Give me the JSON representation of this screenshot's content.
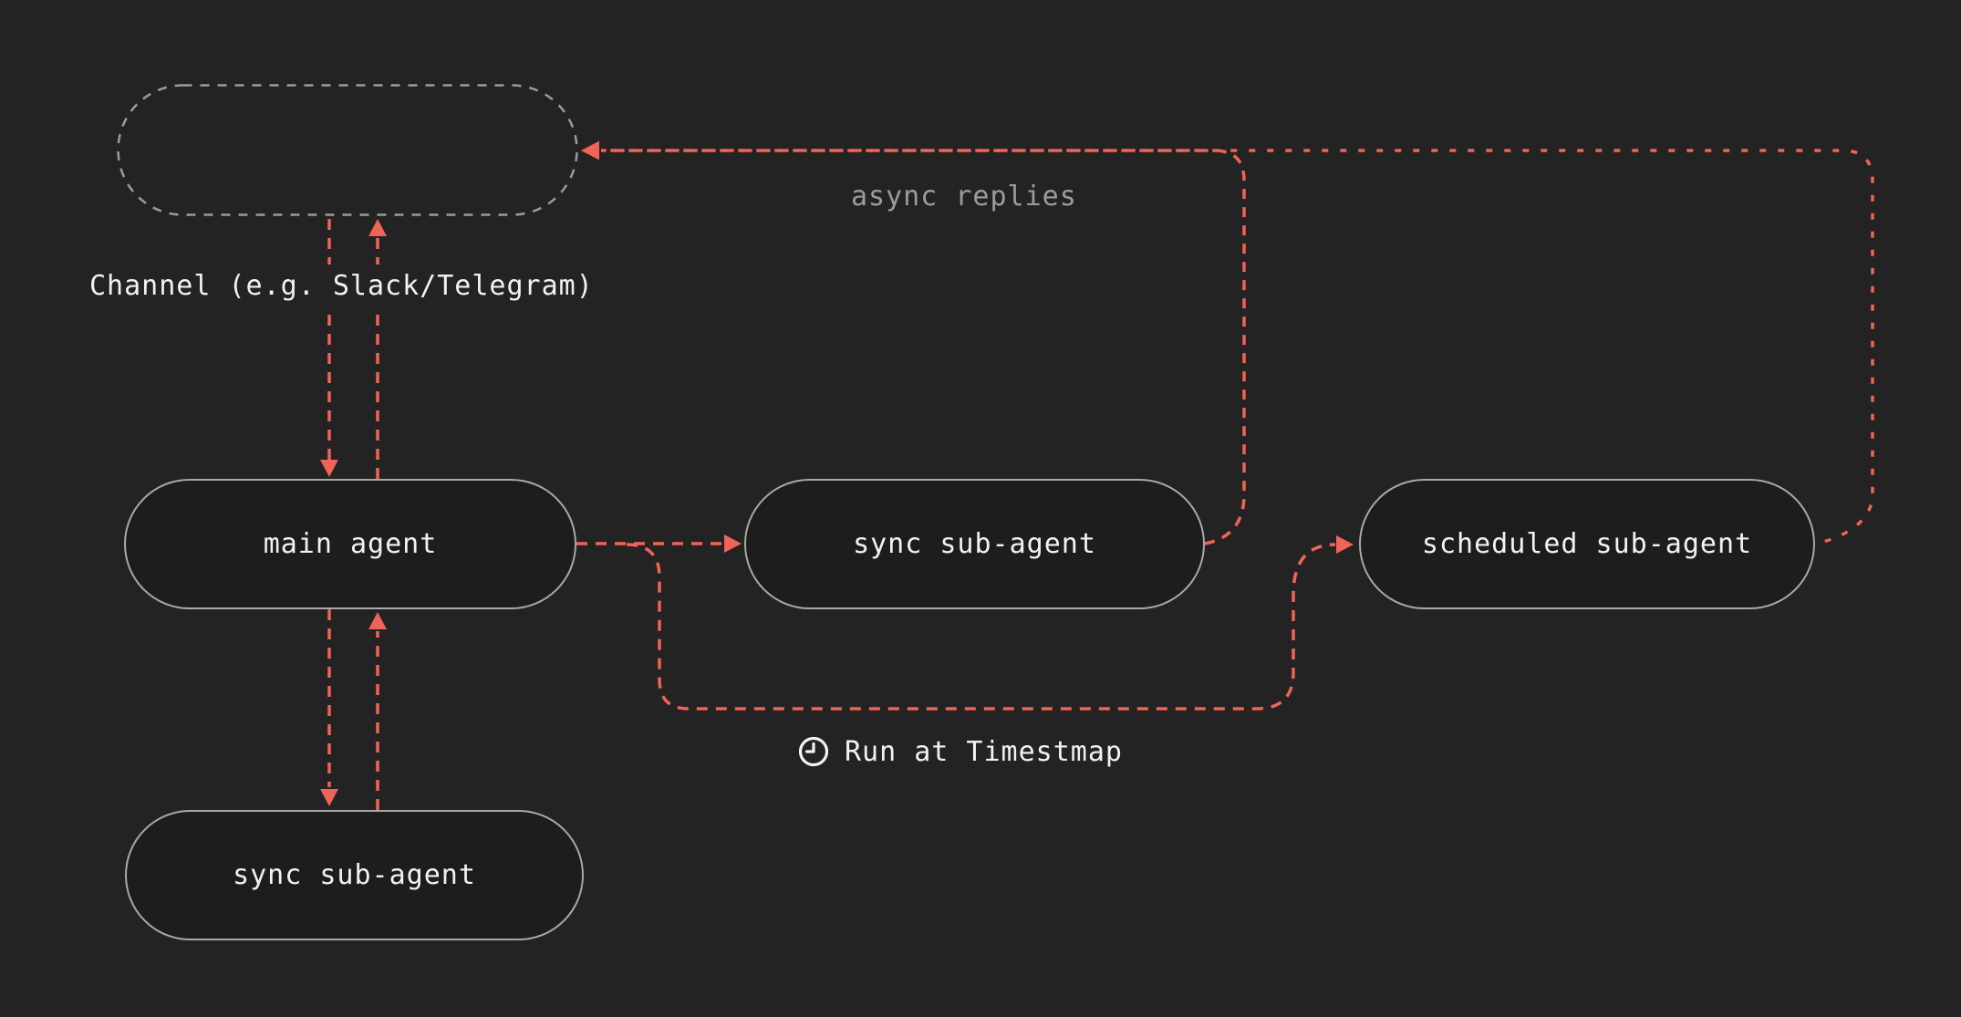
{
  "diagram": {
    "background": "#232323",
    "colors": {
      "edge_accent": "#ef6358",
      "node_border": "#aba8a5",
      "node_fill": "#1d1d1d",
      "channel_border": "#9b9b9b",
      "text_primary": "#f2f2f2",
      "text_muted": "#9c9c9c"
    },
    "nodes": {
      "channel": {
        "label": "Channel (e.g. Slack/Telegram)",
        "shape": "dashed-pill",
        "has_inner_text": false
      },
      "main_agent": {
        "label": "main agent"
      },
      "sync_sub_agent": {
        "label": "sync sub-agent"
      },
      "scheduled_sub_agent": {
        "label": "scheduled sub-agent"
      },
      "sync_sub_agent_bottom": {
        "label": "sync sub-agent"
      }
    },
    "annotations": {
      "channel_caption": "Channel (e.g. Slack/Telegram)",
      "async_replies": "async replies",
      "run_at": "Run at Timestmap"
    },
    "icons": {
      "run_at": "clock-icon"
    },
    "edges": [
      {
        "from": "channel",
        "to": "main_agent",
        "style": "dashed-arrow"
      },
      {
        "from": "main_agent",
        "to": "channel",
        "style": "dashed-arrow"
      },
      {
        "from": "main_agent",
        "to": "sync_sub_agent",
        "style": "dashed-arrow"
      },
      {
        "from": "main_agent",
        "to": "scheduled_sub_agent",
        "style": "dashed-arrow",
        "label": "Run at Timestmap"
      },
      {
        "from": "sync_sub_agent",
        "to": "channel",
        "style": "dotted-arrow",
        "label": "async replies"
      },
      {
        "from": "scheduled_sub_agent",
        "to": "channel",
        "style": "dotted-arrow",
        "label": "async replies"
      },
      {
        "from": "main_agent",
        "to": "sync_sub_agent_bottom",
        "style": "dashed-arrow"
      },
      {
        "from": "sync_sub_agent_bottom",
        "to": "main_agent",
        "style": "dashed-arrow"
      }
    ]
  }
}
